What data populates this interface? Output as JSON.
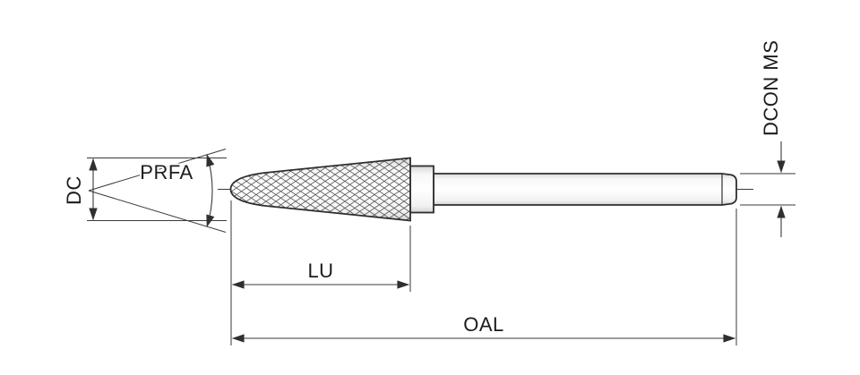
{
  "drawing": {
    "labels": {
      "dc": "DC",
      "prfa": "PRFA",
      "lu": "LU",
      "oal": "OAL",
      "dcon_ms": "DCON MS"
    },
    "colors": {
      "outline": "#2e2e2e",
      "dimension_line": "#3a3a3a",
      "hatch": "#555555",
      "background": "#ffffff"
    }
  }
}
